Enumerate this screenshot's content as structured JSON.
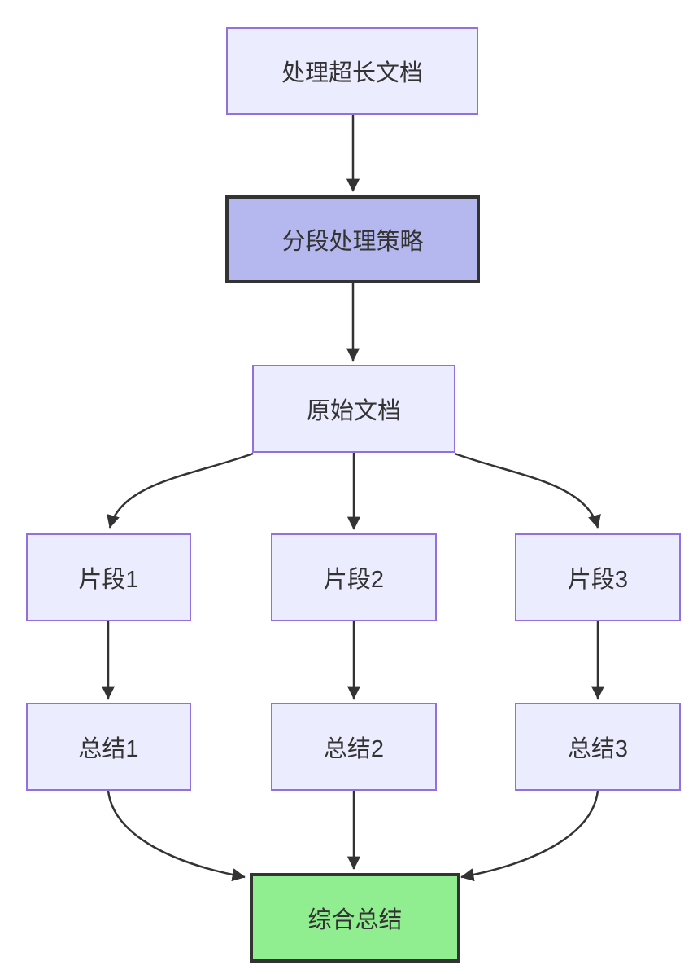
{
  "diagram": {
    "type": "flowchart",
    "direction": "top-down",
    "background": "#ffffff",
    "colors": {
      "node_fill": "#ECECFF",
      "node_border": "#9370DB",
      "emphasis_fill": "#B5B8EE",
      "emphasis_border": "#333333",
      "result_fill": "#90EE90",
      "result_border": "#333333",
      "edge": "#333333",
      "text": "#333333"
    },
    "nodes": [
      {
        "id": "A",
        "label": "处理超长文档",
        "style": "default"
      },
      {
        "id": "B",
        "label": "分段处理策略",
        "style": "emphasis"
      },
      {
        "id": "C",
        "label": "原始文档",
        "style": "default"
      },
      {
        "id": "D1",
        "label": "片段1",
        "style": "default"
      },
      {
        "id": "D2",
        "label": "片段2",
        "style": "default"
      },
      {
        "id": "D3",
        "label": "片段3",
        "style": "default"
      },
      {
        "id": "E1",
        "label": "总结1",
        "style": "default"
      },
      {
        "id": "E2",
        "label": "总结2",
        "style": "default"
      },
      {
        "id": "E3",
        "label": "总结3",
        "style": "default"
      },
      {
        "id": "F",
        "label": "综合总结",
        "style": "result"
      }
    ],
    "edges": [
      {
        "from": "A",
        "to": "B"
      },
      {
        "from": "B",
        "to": "C"
      },
      {
        "from": "C",
        "to": "D1"
      },
      {
        "from": "C",
        "to": "D2"
      },
      {
        "from": "C",
        "to": "D3"
      },
      {
        "from": "D1",
        "to": "E1"
      },
      {
        "from": "D2",
        "to": "E2"
      },
      {
        "from": "D3",
        "to": "E3"
      },
      {
        "from": "E1",
        "to": "F"
      },
      {
        "from": "E2",
        "to": "F"
      },
      {
        "from": "E3",
        "to": "F"
      }
    ]
  }
}
